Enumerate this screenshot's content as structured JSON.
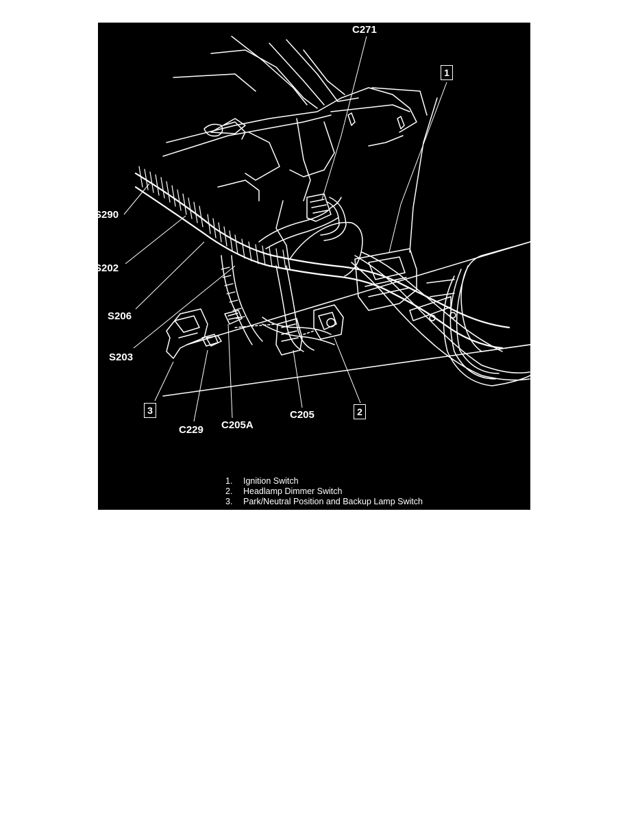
{
  "connector_labels": {
    "c271": "C271",
    "s290": "S290",
    "s202": "S202",
    "s206": "S206",
    "s203": "S203",
    "c229": "C229",
    "c205a": "C205A",
    "c205": "C205"
  },
  "callout_boxes": {
    "one": "1",
    "two": "2",
    "three": "3"
  },
  "legend": [
    {
      "number": "1.",
      "text": "Ignition Switch"
    },
    {
      "number": "2.",
      "text": "Headlamp Dimmer Switch"
    },
    {
      "number": "3.",
      "text": "Park/Neutral Position and Backup Lamp Switch"
    }
  ],
  "colors": {
    "background": "#000000",
    "linework": "#ffffff",
    "page": "#ffffff"
  }
}
